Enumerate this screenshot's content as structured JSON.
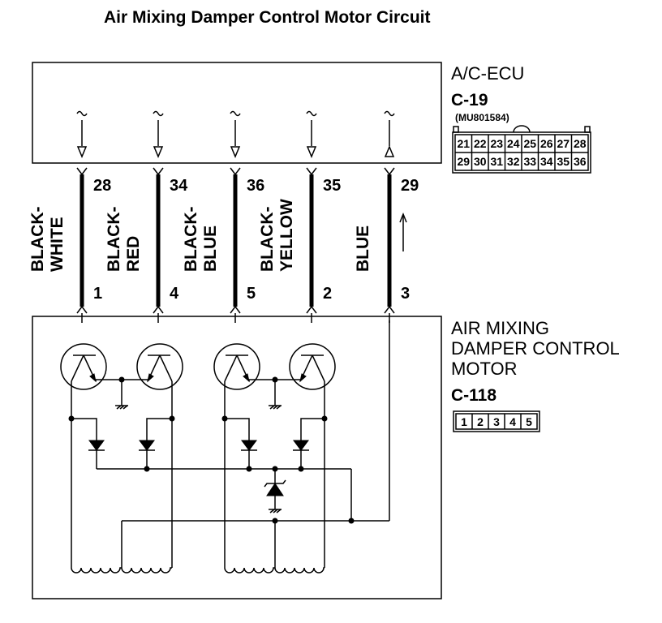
{
  "title": "Air Mixing Damper Control Motor Circuit",
  "ecu": {
    "name": "A/C-ECU",
    "connector": "C-19",
    "part_number": "(MU801584)",
    "pins_top": [
      "21",
      "22",
      "23",
      "24",
      "25",
      "26",
      "27",
      "28"
    ],
    "pins_bottom": [
      "29",
      "30",
      "31",
      "32",
      "33",
      "34",
      "35",
      "36"
    ]
  },
  "motor": {
    "name_lines": [
      "AIR MIXING",
      "DAMPER CONTROL",
      "MOTOR"
    ],
    "connector": "C-118",
    "pins": [
      "1",
      "2",
      "3",
      "4",
      "5"
    ]
  },
  "wires": [
    {
      "ecu_pin": "28",
      "motor_pin": "1",
      "color_lines": [
        "BLACK-",
        "WHITE"
      ]
    },
    {
      "ecu_pin": "34",
      "motor_pin": "4",
      "color_lines": [
        "BLACK-",
        "RED"
      ]
    },
    {
      "ecu_pin": "36",
      "motor_pin": "5",
      "color_lines": [
        "BLACK-",
        "BLUE"
      ]
    },
    {
      "ecu_pin": "35",
      "motor_pin": "2",
      "color_lines": [
        "BLACK-",
        "YELLOW"
      ]
    },
    {
      "ecu_pin": "29",
      "motor_pin": "3",
      "color_lines": [
        "BLUE"
      ]
    }
  ]
}
